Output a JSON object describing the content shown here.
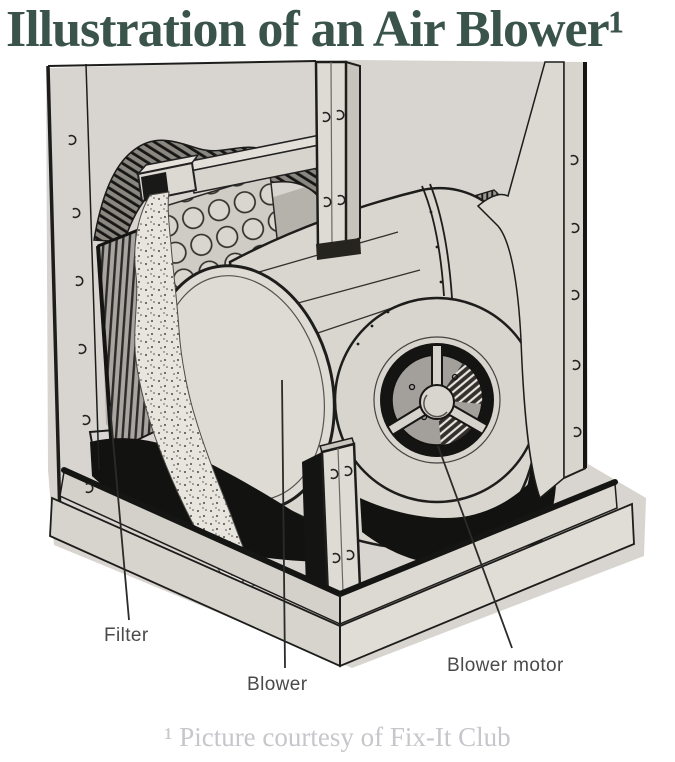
{
  "header": {
    "title": "Illustration of an Air Blower¹"
  },
  "figure": {
    "labels": {
      "filter": "Filter",
      "blower": "Blower",
      "blower_motor": "Blower motor"
    }
  },
  "footnote": {
    "text": "¹ Picture courtesy of Fix-It Club"
  },
  "colors": {
    "title_text": "#3a544c",
    "footnote_text": "#c6c6cb",
    "label_text": "#4a4a4a",
    "paper": "#d8d5d0",
    "ink": "#1d1c1a"
  }
}
